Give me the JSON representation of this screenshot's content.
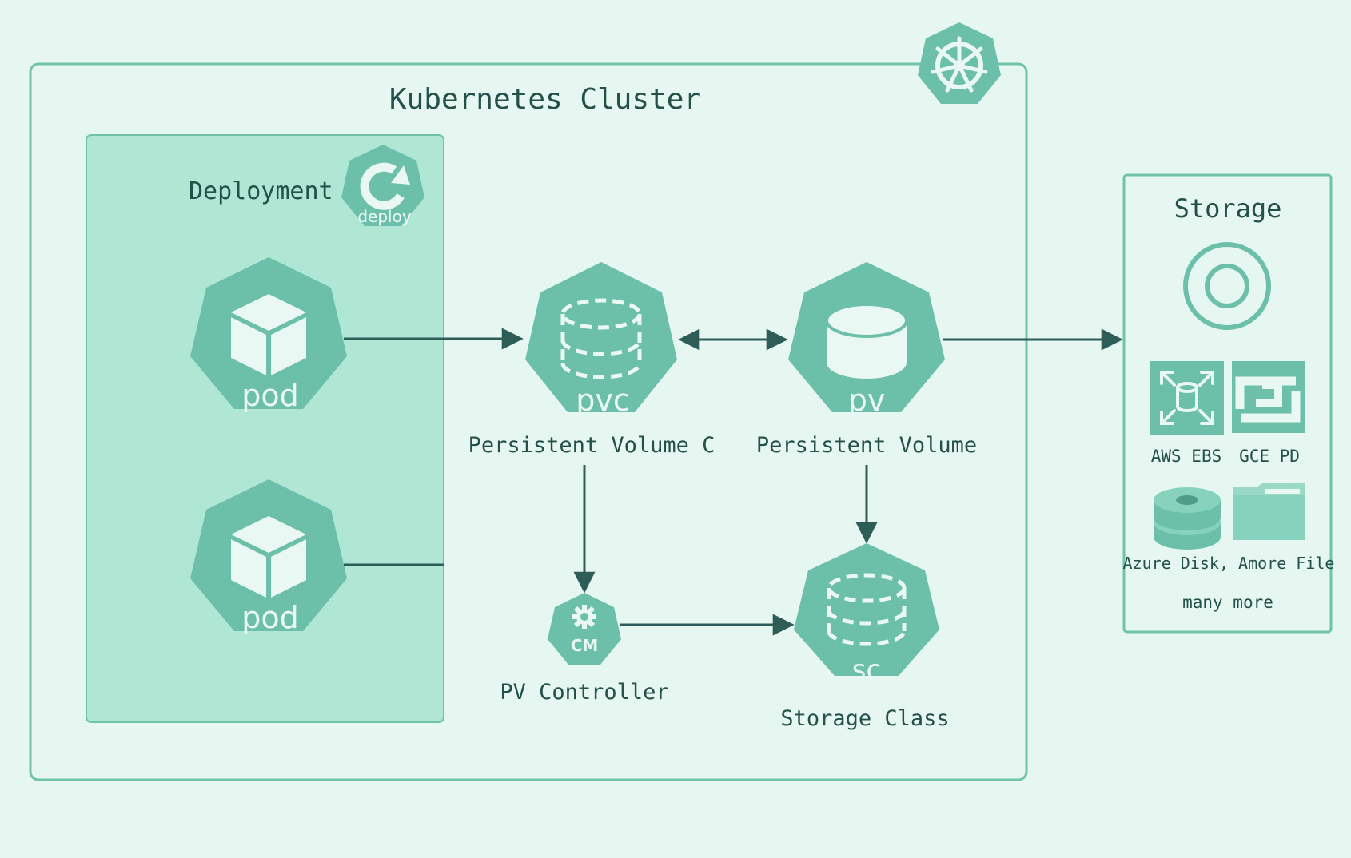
{
  "cluster": {
    "title": "Kubernetes Cluster",
    "icon": "kubernetes-helm-icon"
  },
  "deployment": {
    "title": "Deployment",
    "icon_label": "deploy"
  },
  "pods": [
    {
      "label": "pod",
      "icon": "cube-icon"
    },
    {
      "label": "pod",
      "icon": "cube-icon"
    }
  ],
  "pvc": {
    "icon_label": "pvc",
    "caption": "Persistent Volume C",
    "icon": "dashed-cylinder-icon"
  },
  "pv": {
    "icon_label": "pv",
    "caption": "Persistent Volume",
    "icon": "cylinder-icon"
  },
  "cm": {
    "icon_label": "CM",
    "caption": "PV Controller",
    "icon": "gear-icon"
  },
  "sc": {
    "icon_label": "sc",
    "caption": "Storage Class",
    "icon": "dashed-cylinder-icon"
  },
  "storage": {
    "title": "Storage",
    "providers": [
      {
        "label": "AWS EBS",
        "icon": "aws-ebs-icon"
      },
      {
        "label": "GCE PD",
        "icon": "gce-pd-icon"
      }
    ],
    "azure_label": "Azure Disk, Amore File",
    "more_label": "many more"
  },
  "colors": {
    "background": "#e5f7f0",
    "accent": "#6cc0a9",
    "deployment_fill": "#b0e6d4",
    "border": "#6fc3aa",
    "arrow": "#2e5d57",
    "text": "#24504a",
    "icon_white": "#e9f8f2"
  }
}
